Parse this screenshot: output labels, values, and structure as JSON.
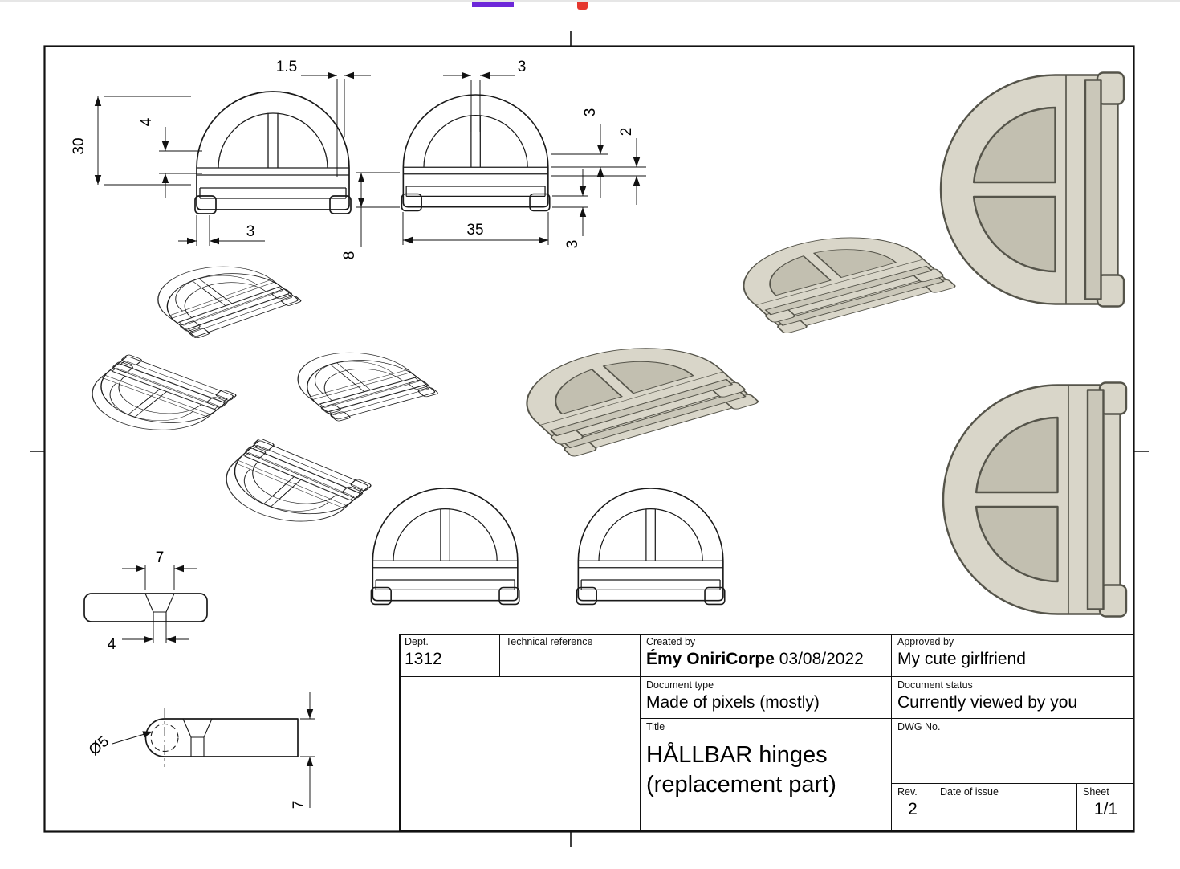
{
  "artifacts": {
    "purple": "#6d28d9",
    "red": "#e5372e"
  },
  "render_colors": {
    "face": "#d9d6c9",
    "window": "#c2bfb0",
    "slot": "#cac7b9",
    "outline": "#55544a"
  },
  "dimensions": {
    "front_view_left": {
      "top_width": "1.5",
      "height": "30",
      "slot": "4",
      "bottom_offset": "3"
    },
    "front_view_right": {
      "spoke_width": "3",
      "right_upper": "3",
      "right_lower": "2",
      "width": "35",
      "base_right": "3",
      "base_height": "8"
    },
    "plate_top": {
      "notch_width": "7",
      "notch_bottom": "4"
    },
    "plate_side": {
      "hole_dia": "Ø5",
      "thickness": "7"
    }
  },
  "title_block": {
    "dept": {
      "label": "Dept.",
      "value": "1312"
    },
    "technical_reference": {
      "label": "Technical reference",
      "value": ""
    },
    "created_by": {
      "label": "Created by",
      "name": "Émy OniriCorpe",
      "date": " 03/08/2022"
    },
    "approved_by": {
      "label": "Approved by",
      "value": "My cute girlfriend"
    },
    "document_type": {
      "label": "Document type",
      "value": "Made of pixels (mostly)"
    },
    "document_status": {
      "label": "Document status",
      "value": "Currently viewed by you"
    },
    "title": {
      "label": "Title",
      "line1": "HÅLLBAR hinges",
      "line2": "(replacement part)"
    },
    "dwg_no": {
      "label": "DWG No.",
      "value": ""
    },
    "rev": {
      "label": "Rev.",
      "value": "2"
    },
    "date_of_issue": {
      "label": "Date of issue",
      "value": ""
    },
    "sheet": {
      "label": "Sheet",
      "value": "1/1"
    }
  }
}
